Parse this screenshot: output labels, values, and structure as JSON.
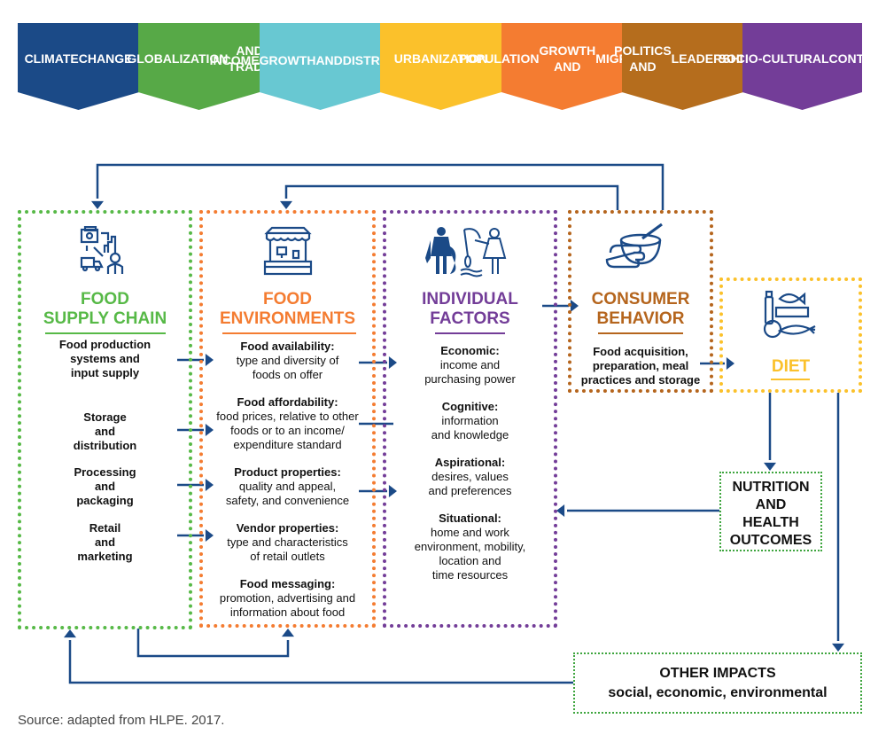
{
  "drivers": [
    {
      "label": "CLIMATE CHANGE",
      "lines": [
        "CLIMATE",
        "CHANGE"
      ],
      "color": "#1b4a87"
    },
    {
      "label": "GLOBALIZATION AND TRADE",
      "lines": [
        "GLOBALIZATION",
        "AND TRADE"
      ],
      "color": "#57a947"
    },
    {
      "label": "INCOME GROWTH AND DISTRIBUTION",
      "lines": [
        "INCOME",
        "GROWTH",
        "AND",
        "DISTRIBUTION"
      ],
      "color": "#68c8d2"
    },
    {
      "label": "URBANIZATION",
      "lines": [
        "URBANIZATION"
      ],
      "color": "#fbc12b"
    },
    {
      "label": "POPULATION GROWTH AND MIGRATION",
      "lines": [
        "POPULATION",
        "GROWTH AND",
        "MIGRATION"
      ],
      "color": "#f47c31"
    },
    {
      "label": "POLITICS AND LEADERSHIP",
      "lines": [
        "POLITICS AND",
        "LEADERSHIP"
      ],
      "color": "#b56d1d"
    },
    {
      "label": "SOCIO-CULTURAL CONTEXT",
      "lines": [
        "SOCIO-",
        "CULTURAL",
        "CONTEXT"
      ],
      "color": "#733d98"
    }
  ],
  "colors": {
    "arrow": "#1b4a87",
    "supply": "#57b947",
    "environment": "#f47c31",
    "individual": "#733d98",
    "consumer": "#b5651d",
    "diet": "#fbc12b",
    "outcome_border": "#3ea53e",
    "icon": "#1b4a87"
  },
  "supply_chain": {
    "title_line1": "FOOD",
    "title_line2": "SUPPLY CHAIN",
    "items": [
      "Food production systems and input supply",
      "Storage and distribution",
      "Processing and packaging",
      "Retail and marketing"
    ],
    "items_lines": [
      [
        "Food production",
        "systems and",
        "input supply"
      ],
      [
        "Storage",
        "and",
        "distribution"
      ],
      [
        "Processing",
        "and",
        "packaging"
      ],
      [
        "Retail",
        "and",
        "marketing"
      ]
    ]
  },
  "food_environments": {
    "title_line1": "FOOD",
    "title_line2": "ENVIRONMENTS",
    "items": [
      {
        "head": "Food availability:",
        "body": [
          "type and diversity of",
          "foods on offer"
        ]
      },
      {
        "head": "Food affordability:",
        "body": [
          "food prices, relative to other",
          "foods or to an income/",
          "expenditure standard"
        ]
      },
      {
        "head": "Product properties:",
        "body": [
          "quality and appeal,",
          "safety, and convenience"
        ]
      },
      {
        "head": "Vendor properties:",
        "body": [
          "type and characteristics",
          "of retail outlets"
        ]
      },
      {
        "head": "Food messaging:",
        "body": [
          "promotion, advertising and",
          "information about food"
        ]
      }
    ]
  },
  "individual_factors": {
    "title_line1": "INDIVIDUAL",
    "title_line2": "FACTORS",
    "items": [
      {
        "head": "Economic:",
        "body": [
          "income and",
          "purchasing power"
        ]
      },
      {
        "head": "Cognitive:",
        "body": [
          "information",
          "and knowledge"
        ]
      },
      {
        "head": "Aspirational:",
        "body": [
          "desires, values",
          "and preferences"
        ]
      },
      {
        "head": "Situational:",
        "body": [
          "home and work",
          "environment, mobility,",
          "location and",
          "time resources"
        ]
      }
    ]
  },
  "consumer_behavior": {
    "title_line1": "CONSUMER",
    "title_line2": "BEHAVIOR",
    "lines": [
      "Food acquisition,",
      "preparation, meal",
      "practices and storage"
    ]
  },
  "diet": {
    "title": "DIET"
  },
  "nutrition": {
    "lines": [
      "NUTRITION",
      "AND",
      "HEALTH",
      "OUTCOMES"
    ]
  },
  "other_impacts": {
    "title": "OTHER IMPACTS",
    "subtitle": "social, economic, environmental"
  },
  "source": "Source: adapted from HLPE. 2017."
}
